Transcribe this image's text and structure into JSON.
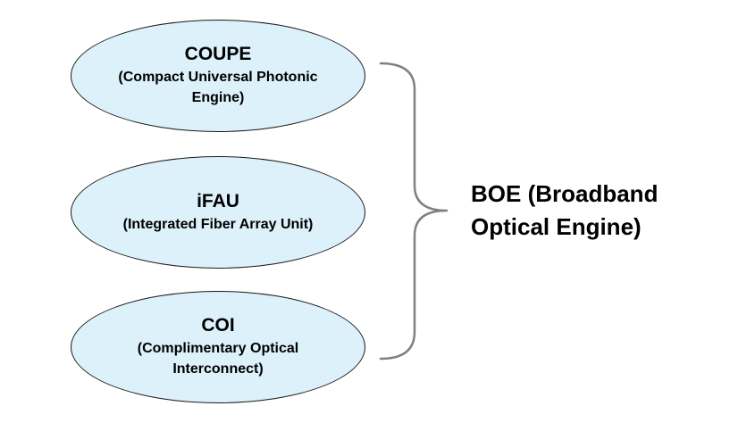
{
  "colors": {
    "ellipse_fill": "#ddf1fb",
    "ellipse_stroke": "#1a1a1a",
    "brace_stroke": "#808080",
    "text": "#000000"
  },
  "components": [
    {
      "title": "COUPE",
      "subtitle": "(Compact Universal Photonic Engine)"
    },
    {
      "title": "iFAU",
      "subtitle": "(Integrated Fiber Array Unit)"
    },
    {
      "title": "COI",
      "subtitle": "(Complimentary Optical Interconnect)"
    }
  ],
  "group": {
    "label": "BOE (Broadband Optical Engine)"
  }
}
